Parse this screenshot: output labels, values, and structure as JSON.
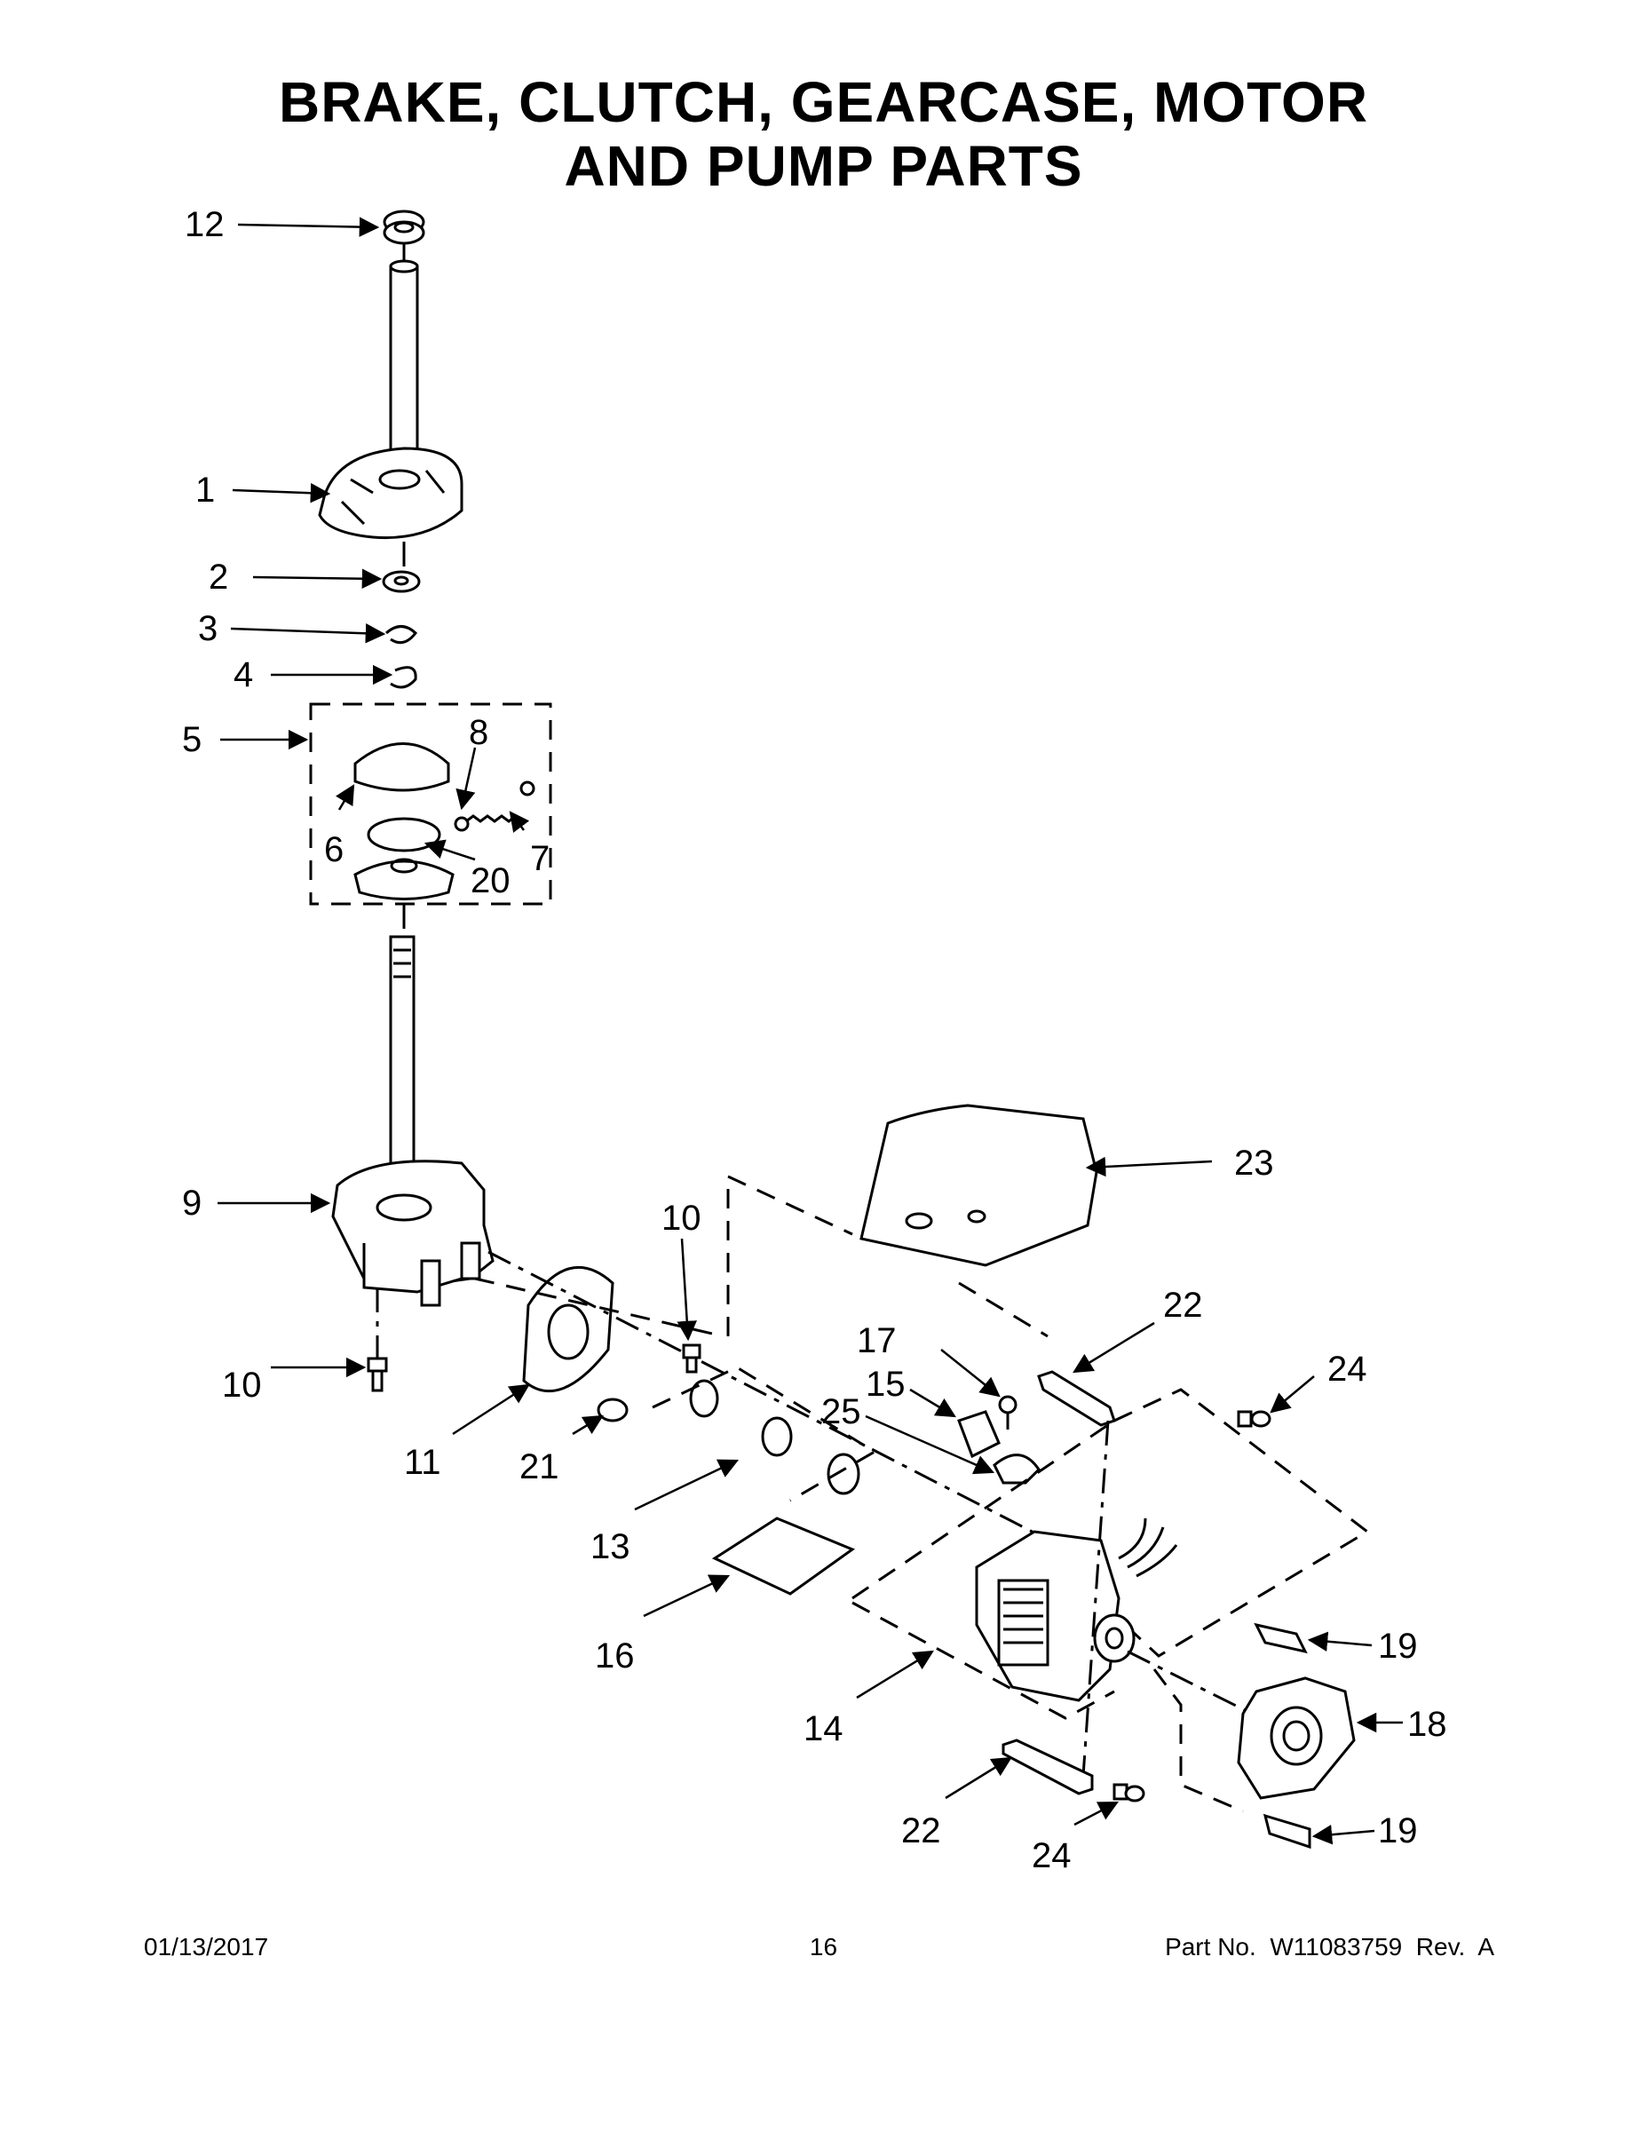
{
  "title": {
    "line1": "BRAKE, CLUTCH, GEARCASE, MOTOR",
    "line2": "AND PUMP PARTS"
  },
  "callouts": [
    {
      "id": "12",
      "label": "12"
    },
    {
      "id": "1",
      "label": "1"
    },
    {
      "id": "2",
      "label": "2"
    },
    {
      "id": "3",
      "label": "3"
    },
    {
      "id": "4",
      "label": "4"
    },
    {
      "id": "5",
      "label": "5"
    },
    {
      "id": "8",
      "label": "8"
    },
    {
      "id": "6",
      "label": "6"
    },
    {
      "id": "20",
      "label": "20"
    },
    {
      "id": "7",
      "label": "7"
    },
    {
      "id": "9",
      "label": "9"
    },
    {
      "id": "10a",
      "label": "10"
    },
    {
      "id": "10b",
      "label": "10"
    },
    {
      "id": "11",
      "label": "11"
    },
    {
      "id": "21",
      "label": "21"
    },
    {
      "id": "13",
      "label": "13"
    },
    {
      "id": "16",
      "label": "16"
    },
    {
      "id": "23",
      "label": "23"
    },
    {
      "id": "22a",
      "label": "22"
    },
    {
      "id": "17",
      "label": "17"
    },
    {
      "id": "15",
      "label": "15"
    },
    {
      "id": "25",
      "label": "25"
    },
    {
      "id": "24a",
      "label": "24"
    },
    {
      "id": "19a",
      "label": "19"
    },
    {
      "id": "18",
      "label": "18"
    },
    {
      "id": "14",
      "label": "14"
    },
    {
      "id": "19b",
      "label": "19"
    },
    {
      "id": "22b",
      "label": "22"
    },
    {
      "id": "24b",
      "label": "24"
    }
  ],
  "footer": {
    "date": "01/13/2017",
    "page": "16",
    "part": "Part No.  W11083759  Rev.  A"
  }
}
